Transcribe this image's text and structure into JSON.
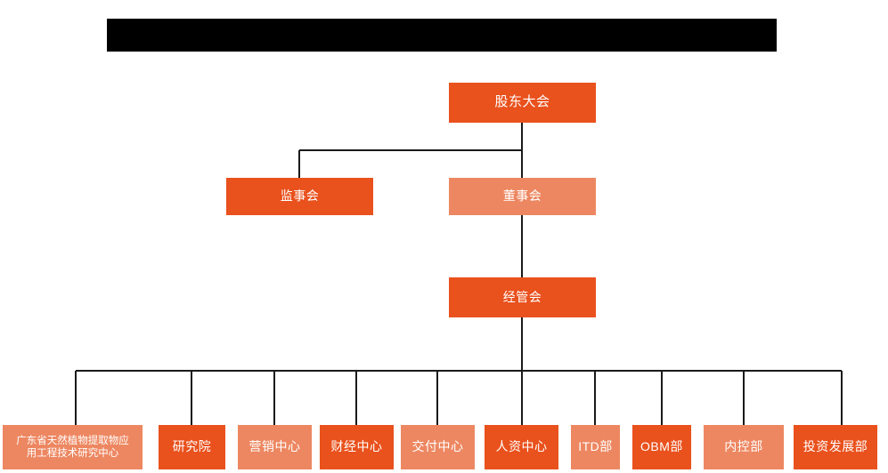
{
  "chart_data": {
    "type": "diagram",
    "diagram_type": "organization-chart",
    "title": "",
    "colors": {
      "primary": "#E9511D",
      "secondary": "#ED8761",
      "line": "#1A1A1A",
      "background": "#FFFFFF",
      "redaction": "#000000",
      "text": "#FFFFFF"
    },
    "nodes": [
      {
        "id": "n1",
        "label": "股东大会",
        "level": 1,
        "style": "primary"
      },
      {
        "id": "n2",
        "label": "监事会",
        "level": 2,
        "style": "primary"
      },
      {
        "id": "n3",
        "label": "董事会",
        "level": 2,
        "style": "secondary"
      },
      {
        "id": "n4",
        "label": "经管会",
        "level": 3,
        "style": "primary"
      },
      {
        "id": "n5",
        "label": "广东省天然植物提取物应\n用工程技术研究中心",
        "level": 4,
        "style": "secondary"
      },
      {
        "id": "n6",
        "label": "研究院",
        "level": 4,
        "style": "primary"
      },
      {
        "id": "n7",
        "label": "营销中心",
        "level": 4,
        "style": "secondary"
      },
      {
        "id": "n8",
        "label": "财经中心",
        "level": 4,
        "style": "primary"
      },
      {
        "id": "n9",
        "label": "交付中心",
        "level": 4,
        "style": "secondary"
      },
      {
        "id": "n10",
        "label": "人资中心",
        "level": 4,
        "style": "primary"
      },
      {
        "id": "n11",
        "label": "ITD部",
        "level": 4,
        "style": "secondary"
      },
      {
        "id": "n12",
        "label": "OBM部",
        "level": 4,
        "style": "primary"
      },
      {
        "id": "n13",
        "label": "内控部",
        "level": 4,
        "style": "secondary"
      },
      {
        "id": "n14",
        "label": "投资发展部",
        "level": 4,
        "style": "primary"
      }
    ],
    "edges": [
      {
        "from": "n1",
        "to": "n2"
      },
      {
        "from": "n1",
        "to": "n3"
      },
      {
        "from": "n3",
        "to": "n4"
      },
      {
        "from": "n4",
        "to": "n5"
      },
      {
        "from": "n4",
        "to": "n6"
      },
      {
        "from": "n4",
        "to": "n7"
      },
      {
        "from": "n4",
        "to": "n8"
      },
      {
        "from": "n4",
        "to": "n9"
      },
      {
        "from": "n4",
        "to": "n10"
      },
      {
        "from": "n4",
        "to": "n11"
      },
      {
        "from": "n4",
        "to": "n12"
      },
      {
        "from": "n4",
        "to": "n13"
      },
      {
        "from": "n4",
        "to": "n14"
      }
    ]
  },
  "header": {
    "redacted_title": ""
  },
  "nodes": {
    "shareholders_meeting": "股东大会",
    "board_of_supervisors": "监事会",
    "board_of_directors": "董事会",
    "management_committee": "经管会",
    "research_center": "广东省天然植物提取物应\n用工程技术研究中心",
    "research_institute": "研究院",
    "marketing_center": "营销中心",
    "finance_center": "财经中心",
    "delivery_center": "交付中心",
    "hr_center": "人资中心",
    "itd_department": "ITD部",
    "obm_department": "OBM部",
    "internal_control_department": "内控部",
    "investment_development_department": "投资发展部"
  }
}
